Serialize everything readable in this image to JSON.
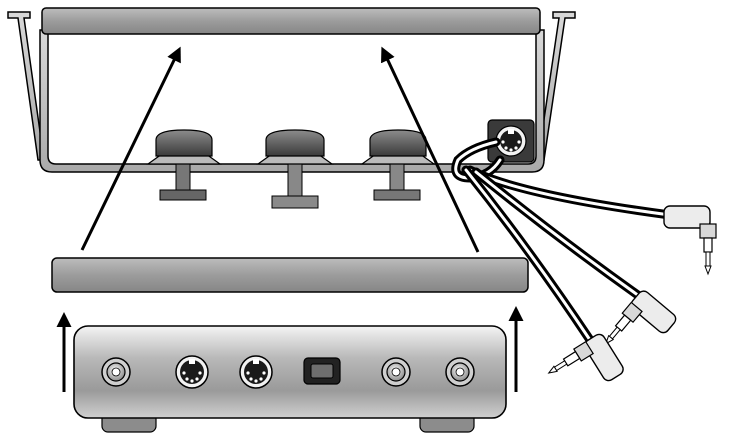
{
  "diagram": {
    "components": [
      {
        "id": "pedal-housing",
        "kind": "housing"
      },
      {
        "id": "pedal-left",
        "kind": "pedal"
      },
      {
        "id": "pedal-center",
        "kind": "pedal"
      },
      {
        "id": "pedal-right",
        "kind": "pedal"
      },
      {
        "id": "housing-din-socket",
        "kind": "din-socket"
      },
      {
        "id": "base-plate",
        "kind": "panel"
      },
      {
        "id": "rear-panel",
        "kind": "panel"
      }
    ],
    "rear_panel_connectors": [
      "jack-socket-icon",
      "din-socket-icon",
      "din-socket-icon",
      "switch-icon",
      "jack-socket-icon",
      "jack-socket-icon"
    ],
    "cables": [
      "jack-plug-1",
      "jack-plug-2",
      "jack-plug-3"
    ],
    "arrows": [
      "arrow-up-left",
      "arrow-up-right",
      "arrow-side-left",
      "arrow-side-right"
    ],
    "colors": {
      "outline": "#000000",
      "panel_fill": "#9a9a9a",
      "pedal_fill": "#4d4d4d",
      "housing_bg": "#ffffff",
      "cable": "#111111"
    }
  }
}
